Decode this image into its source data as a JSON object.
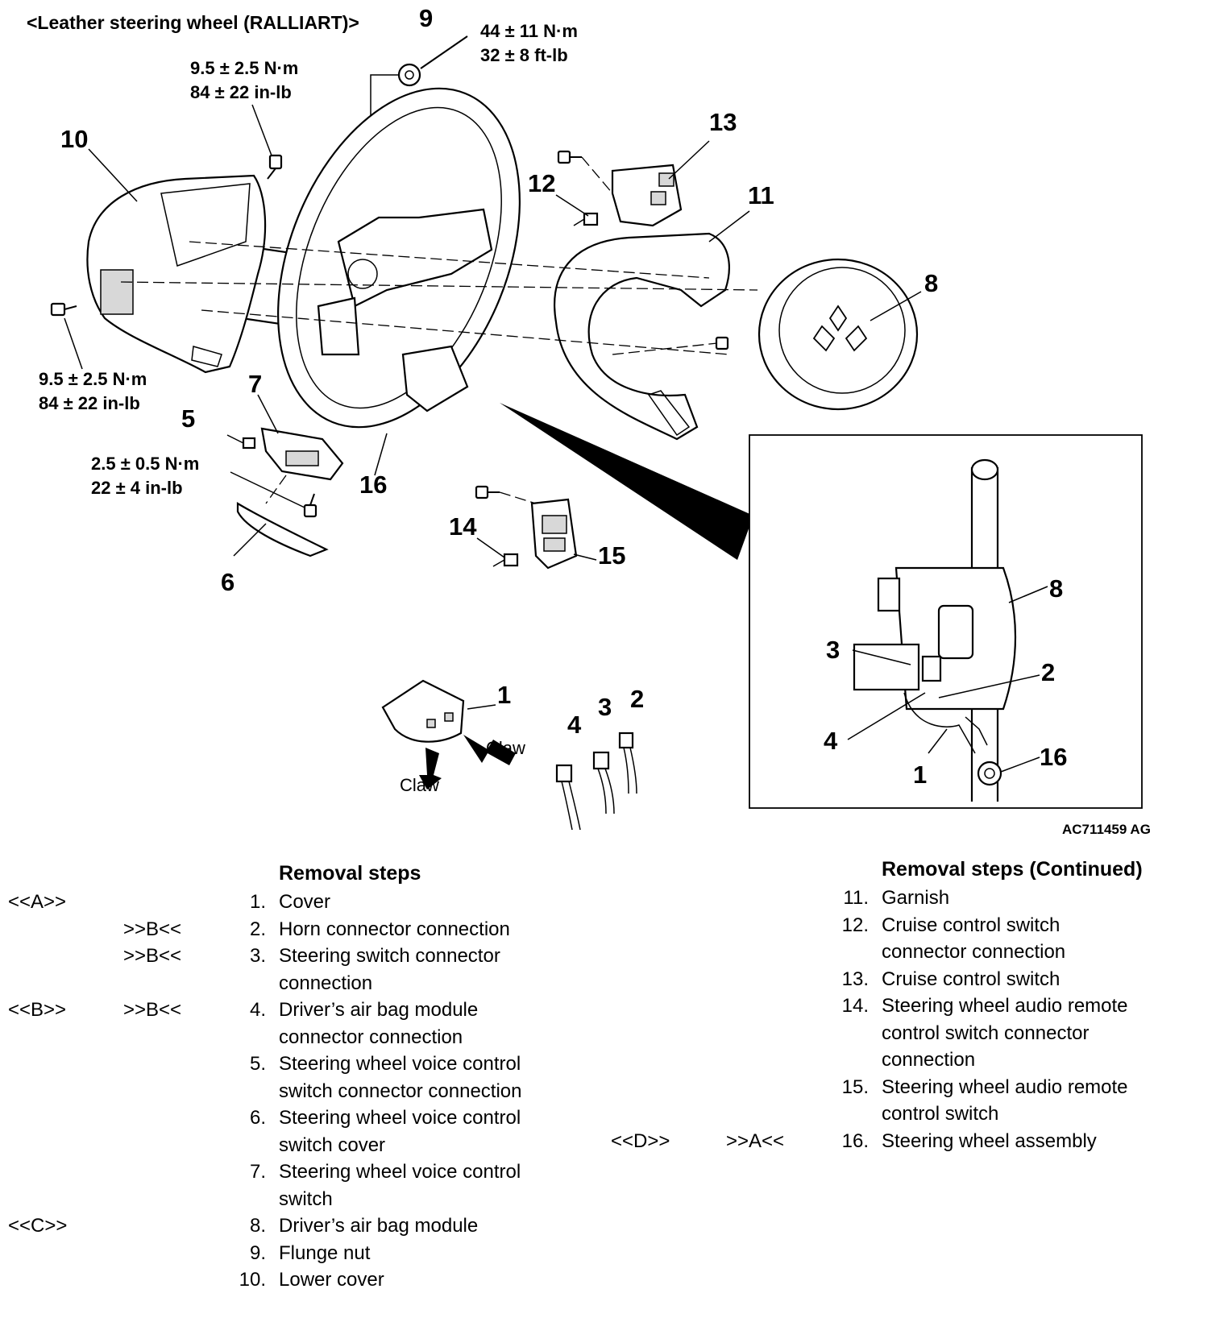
{
  "figure": {
    "title": "<Leather steering wheel (RALLIART)>",
    "figure_id": "AC711459 AG",
    "torque_nut": {
      "nm": "44 ± 11 N·m",
      "ft": "32 ± 8 ft-lb"
    },
    "torque_upper": {
      "nm": "9.5 ± 2.5 N·m",
      "ft": "84 ± 22 in-lb"
    },
    "torque_left": {
      "nm": "9.5 ± 2.5 N·m",
      "ft": "84 ± 22 in-lb"
    },
    "torque_small": {
      "nm": "2.5 ± 0.5 N·m",
      "ft": "22 ± 4 in-lb"
    },
    "claw_label": "Claw",
    "callouts": {
      "c1": "1",
      "c2": "2",
      "c3": "3",
      "c4": "4",
      "c5": "5",
      "c6": "6",
      "c7": "7",
      "c8": "8",
      "c9": "9",
      "c10": "10",
      "c11": "11",
      "c12": "12",
      "c13": "13",
      "c14": "14",
      "c15": "15",
      "c16": "16"
    },
    "inset_callouts": {
      "i8": "8",
      "i3": "3",
      "i2": "2",
      "i4": "4",
      "i1": "1",
      "i16": "16"
    }
  },
  "removal": {
    "heading": "Removal steps",
    "heading_cont": "Removal steps (Continued)",
    "left": [
      {
        "a": "<<A>>",
        "b": "",
        "num": "1.",
        "lines": [
          "Cover"
        ]
      },
      {
        "a": "",
        "b": ">>B<<",
        "num": "2.",
        "lines": [
          "Horn connector connection"
        ]
      },
      {
        "a": "",
        "b": ">>B<<",
        "num": "3.",
        "lines": [
          "Steering switch connector",
          "connection"
        ]
      },
      {
        "a": "<<B>>",
        "b": ">>B<<",
        "num": "4.",
        "lines": [
          "Driver’s air bag module",
          "connector connection"
        ]
      },
      {
        "a": "",
        "b": "",
        "num": "5.",
        "lines": [
          "Steering wheel voice control",
          "switch connector connection"
        ]
      },
      {
        "a": "",
        "b": "",
        "num": "6.",
        "lines": [
          "Steering wheel voice control",
          "switch cover"
        ]
      },
      {
        "a": "",
        "b": "",
        "num": "7.",
        "lines": [
          "Steering wheel voice control",
          "switch"
        ]
      },
      {
        "a": "<<C>>",
        "b": "",
        "num": "8.",
        "lines": [
          "Driver’s air bag module"
        ]
      },
      {
        "a": "",
        "b": "",
        "num": "9.",
        "lines": [
          "Flunge nut"
        ]
      },
      {
        "a": "",
        "b": "",
        "num": "10.",
        "lines": [
          "Lower cover"
        ]
      }
    ],
    "right": [
      {
        "a": "",
        "b": "",
        "num": "11.",
        "lines": [
          "Garnish"
        ]
      },
      {
        "a": "",
        "b": "",
        "num": "12.",
        "lines": [
          "Cruise control switch",
          "connector connection"
        ]
      },
      {
        "a": "",
        "b": "",
        "num": "13.",
        "lines": [
          "Cruise control switch"
        ]
      },
      {
        "a": "",
        "b": "",
        "num": "14.",
        "lines": [
          "Steering wheel audio remote",
          "control switch connector",
          "connection"
        ]
      },
      {
        "a": "",
        "b": "",
        "num": "15.",
        "lines": [
          "Steering wheel audio remote",
          "control switch"
        ]
      },
      {
        "a": "<<D>>",
        "b": ">>A<<",
        "num": "16.",
        "lines": [
          "Steering wheel assembly"
        ]
      }
    ]
  }
}
